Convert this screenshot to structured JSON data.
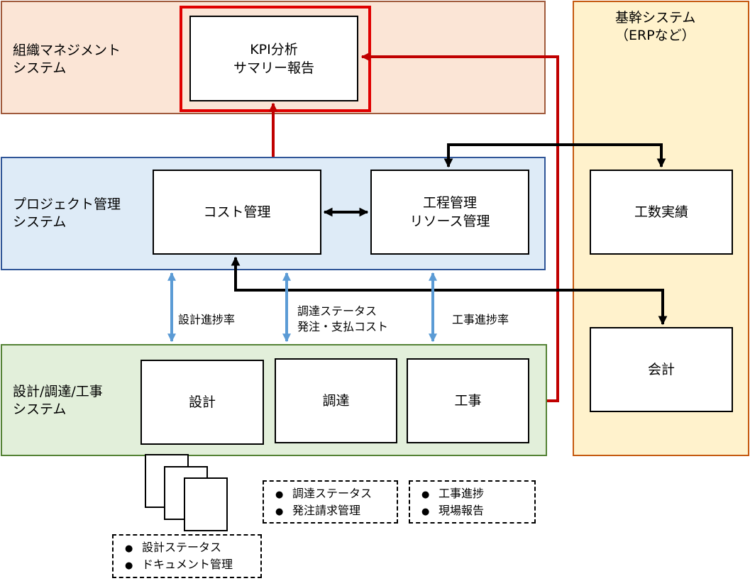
{
  "panels": {
    "org": "組織マネジメント\nシステム",
    "pm": "プロジェクト管理\nシステム",
    "design": "設計/調達/工事\nシステム",
    "erp": "基幹システム\n（ERPなど）"
  },
  "boxes": {
    "kpi": "KPI分析\nサマリー報告",
    "cost": "コスト管理",
    "schedule": "工程管理\nリソース管理",
    "manhours": "工数実績",
    "accounting": "会計",
    "design": "設計",
    "procurement": "調達",
    "construction": "工事"
  },
  "flow_labels": {
    "design_progress": "設計進捗率",
    "procurement_status": "調達ステータス\n発注・支払コスト",
    "construction_progress": "工事進捗率"
  },
  "notes": {
    "design": [
      "設計ステータス",
      "ドキュメント管理"
    ],
    "procurement": [
      "調達ステータス",
      "発注請求管理"
    ],
    "construction": [
      "工事進捗",
      "現場報告"
    ]
  },
  "colors": {
    "org_fill": "#fbe5d6",
    "org_border": "#a05a3c",
    "pm_fill": "#deebf7",
    "pm_border": "#2f5597",
    "design_fill": "#e2efda",
    "design_border": "#548235",
    "erp_fill": "#fff2cc",
    "erp_border": "#c55a11",
    "highlight": "#e00000",
    "red_line": "#c00000",
    "blue_arrow": "#5b9bd5"
  }
}
